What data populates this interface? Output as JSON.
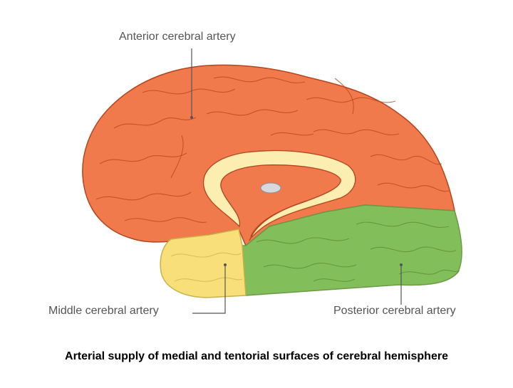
{
  "labels": {
    "anterior": "Anterior cerebral artery",
    "middle": "Middle cerebral artery",
    "posterior": "Posterior cerebral artery"
  },
  "caption": "Arterial supply of medial and tentorial surfaces of cerebral hemisphere",
  "colors": {
    "anterior_region": "#f07a4b",
    "middle_region": "#f9df7a",
    "posterior_region": "#82bf5a",
    "corpus_callosum": "#fbeeb0",
    "outline": "#b3451f",
    "background": "#ffffff"
  }
}
